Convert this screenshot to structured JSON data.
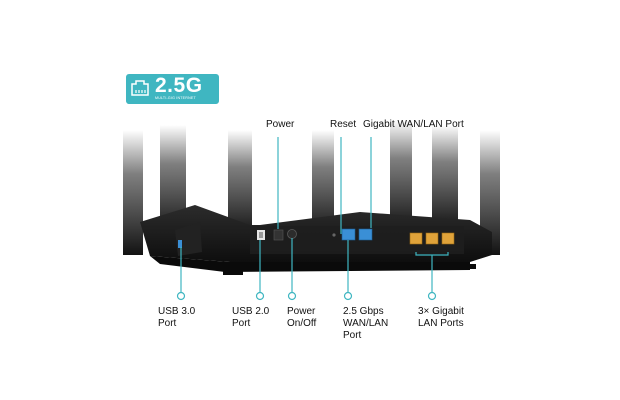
{
  "badge": {
    "speed": "2.5G",
    "caption": "MULTI-GIG INTERNET",
    "color": "#3fb6c1",
    "icon": "ethernet-port-icon"
  },
  "top_labels": {
    "power": "Power",
    "reset": "Reset",
    "wan_lan": "Gigabit WAN/LAN Port"
  },
  "bottom_labels": {
    "usb3": [
      "USB 3.0",
      "Port"
    ],
    "usb2": [
      "USB 2.0",
      "Port"
    ],
    "power_switch": [
      "Power",
      "On/Off"
    ],
    "wan_25": [
      "2.5 Gbps",
      "WAN/LAN",
      "Port"
    ],
    "lan": [
      "3× Gigabit",
      "LAN Ports"
    ]
  },
  "colors": {
    "callout": "#3fb6c1",
    "router_body": "#1b1b1b",
    "wan_port": "#3a8fd6",
    "lan_port": "#e0a33a"
  }
}
